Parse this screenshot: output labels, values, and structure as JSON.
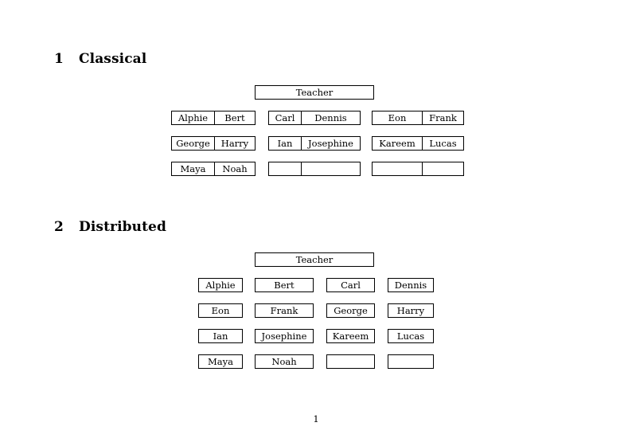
{
  "document": {
    "page_number": "1"
  },
  "sections": [
    {
      "number": "1",
      "title": "Classical",
      "teacher_label": "Teacher",
      "layout": "paired-groups",
      "rows": [
        {
          "groups": [
            {
              "cells": [
                "Alphie",
                "Bert"
              ]
            },
            {
              "cells": [
                "Carl",
                "Dennis"
              ]
            },
            {
              "cells": [
                "Eon",
                "Frank"
              ]
            }
          ]
        },
        {
          "groups": [
            {
              "cells": [
                "George",
                "Harry"
              ]
            },
            {
              "cells": [
                "Ian",
                "Josephine"
              ]
            },
            {
              "cells": [
                "Kareem",
                "Lucas"
              ]
            }
          ]
        },
        {
          "groups": [
            {
              "cells": [
                "Maya",
                "Noah"
              ]
            },
            {
              "cells": [
                "",
                ""
              ]
            },
            {
              "cells": [
                "",
                ""
              ]
            }
          ]
        }
      ]
    },
    {
      "number": "2",
      "title": "Distributed",
      "teacher_label": "Teacher",
      "layout": "single-boxes",
      "rows": [
        {
          "cells": [
            "Alphie",
            "Bert",
            "Carl",
            "Dennis"
          ]
        },
        {
          "cells": [
            "Eon",
            "Frank",
            "George",
            "Harry"
          ]
        },
        {
          "cells": [
            "Ian",
            "Josephine",
            "Kareem",
            "Lucas"
          ]
        },
        {
          "cells": [
            "Maya",
            "Noah",
            "",
            ""
          ]
        }
      ]
    }
  ]
}
